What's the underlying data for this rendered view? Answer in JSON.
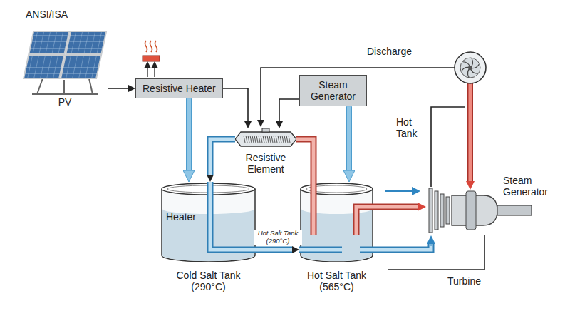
{
  "diagram": {
    "nodes": [
      {
        "text": [
          "PV"
        ]
      },
      {
        "text": [
          "Resistive Heater"
        ]
      },
      {
        "text": [
          "Steam Generator"
        ]
      },
      {
        "text": [
          "Resistive Element"
        ]
      },
      {
        "text": [
          "Cold Salt Tank (290°C)"
        ]
      },
      {
        "text": [
          "Hot Salt Tank (565°C)"
        ]
      },
      {
        "text": [
          "Steam Generator"
        ]
      }
    ],
    "edges": [
      {
        "from": 0,
        "to": 1,
        "arrow": "to"
      },
      {
        "from": 1,
        "to": 3,
        "arrow": "to"
      },
      {
        "from": 2,
        "to": 3,
        "arrow": "to"
      },
      {
        "from": 1,
        "to": 4,
        "arrow": "to"
      },
      {
        "from": 2,
        "to": 5,
        "arrow": "to"
      },
      {
        "from": 3,
        "to": 4,
        "arrow": "to"
      },
      {
        "from": 3,
        "to": 5,
        "arrow": "none"
      },
      {
        "from": 4,
        "to": 5,
        "label": "Hot Salt Tank (290°C)",
        "arrow": "to"
      },
      {
        "from": 5,
        "to": 6,
        "arrow": "to"
      }
    ],
    "labels": [
      "ANSI/ISA",
      "Discharge",
      "Heater",
      "Hot Tank",
      "Turbine"
    ]
  }
}
